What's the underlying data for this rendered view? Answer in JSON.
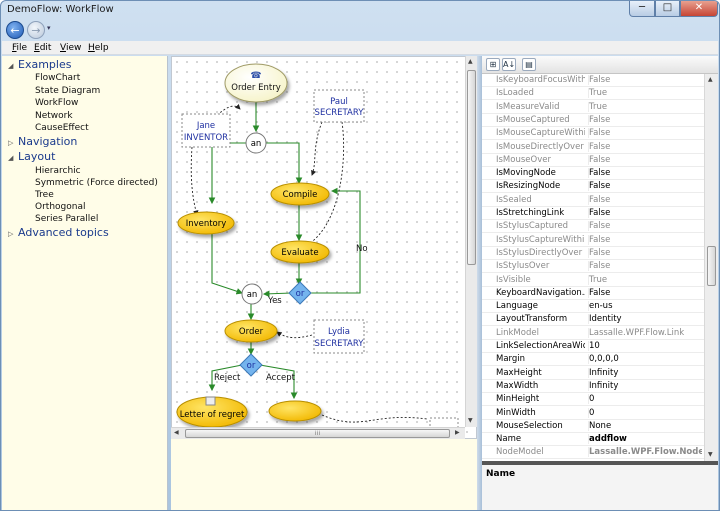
{
  "window": {
    "title": "DemoFlow: WorkFlow",
    "minimize": "─",
    "maximize": "□",
    "close": "✕"
  },
  "nav": {
    "back": "←",
    "forward": "→",
    "dropdown": "▾"
  },
  "menu": [
    {
      "accel": "F",
      "rest": "ile"
    },
    {
      "accel": "E",
      "rest": "dit"
    },
    {
      "accel": "V",
      "rest": "iew"
    },
    {
      "accel": "H",
      "rest": "elp"
    }
  ],
  "tree": {
    "examples": "Examples",
    "examples_items": [
      "FlowChart",
      "State Diagram",
      "WorkFlow",
      "Network",
      "CauseEffect"
    ],
    "navigation": "Navigation",
    "layout": "Layout",
    "layout_items": [
      "Hierarchic",
      "Symmetric (Force directed)",
      "Tree",
      "Orthogonal",
      "Series Parallel"
    ],
    "advanced": "Advanced topics"
  },
  "diagram": {
    "order_entry": "Order Entry",
    "jane1": "Jane",
    "jane2": "INVENTOR",
    "paul1": "Paul",
    "paul2": "SECRETARY",
    "an": "an",
    "compile": "Compile",
    "inventory": "Inventory",
    "evaluate": "Evaluate",
    "no": "No",
    "or": "or",
    "yes": "Yes",
    "order": "Order",
    "lydia1": "Lydia",
    "lydia2": "SECRETARY",
    "reject": "Reject",
    "accept": "Accept",
    "letter": "Letter of regret"
  },
  "properties": {
    "toolbar": {
      "categorized": "⊞",
      "alphabetical": "A↓",
      "pages": "▤"
    },
    "rows": [
      {
        "name": "IsKeyboardFocusWithin",
        "value": "False",
        "gray": true
      },
      {
        "name": "IsLoaded",
        "value": "True",
        "gray": true
      },
      {
        "name": "IsMeasureValid",
        "value": "True",
        "gray": true
      },
      {
        "name": "IsMouseCaptured",
        "value": "False",
        "gray": true
      },
      {
        "name": "IsMouseCaptureWithin",
        "value": "False",
        "gray": true
      },
      {
        "name": "IsMouseDirectlyOver",
        "value": "False",
        "gray": true
      },
      {
        "name": "IsMouseOver",
        "value": "False",
        "gray": true
      },
      {
        "name": "IsMovingNode",
        "value": "False",
        "gray": false
      },
      {
        "name": "IsResizingNode",
        "value": "False",
        "gray": false
      },
      {
        "name": "IsSealed",
        "value": "False",
        "gray": true
      },
      {
        "name": "IsStretchingLink",
        "value": "False",
        "gray": false
      },
      {
        "name": "IsStylusCaptured",
        "value": "False",
        "gray": true
      },
      {
        "name": "IsStylusCaptureWithin",
        "value": "False",
        "gray": true
      },
      {
        "name": "IsStylusDirectlyOver",
        "value": "False",
        "gray": true
      },
      {
        "name": "IsStylusOver",
        "value": "False",
        "gray": true
      },
      {
        "name": "IsVisible",
        "value": "True",
        "gray": true
      },
      {
        "name": "KeyboardNavigation.Acc",
        "value": "False",
        "gray": false
      },
      {
        "name": "Language",
        "value": "en-us",
        "gray": false
      },
      {
        "name": "LayoutTransform",
        "value": "Identity",
        "gray": false
      },
      {
        "name": "LinkModel",
        "value": "Lassalle.WPF.Flow.Link",
        "gray": true
      },
      {
        "name": "LinkSelectionAreaWidth",
        "value": "10",
        "gray": false
      },
      {
        "name": "Margin",
        "value": "0,0,0,0",
        "gray": false
      },
      {
        "name": "MaxHeight",
        "value": "Infinity",
        "gray": false
      },
      {
        "name": "MaxWidth",
        "value": "Infinity",
        "gray": false
      },
      {
        "name": "MinHeight",
        "value": "0",
        "gray": false
      },
      {
        "name": "MinWidth",
        "value": "0",
        "gray": false
      },
      {
        "name": "MouseSelection",
        "value": "None",
        "gray": false
      },
      {
        "name": "Name",
        "value": "addflow",
        "gray": false,
        "bold": true
      },
      {
        "name": "NodeModel",
        "value": "Lassalle.WPF.Flow.Node",
        "gray": true,
        "bold": true
      }
    ],
    "description_title": "Name"
  },
  "colors": {
    "node_fill": "#f7c600",
    "node_stroke": "#b88f00",
    "decision_fill": "#74b4ee",
    "link": "#2a8a2a",
    "label_blue": "#1e2fa0"
  }
}
